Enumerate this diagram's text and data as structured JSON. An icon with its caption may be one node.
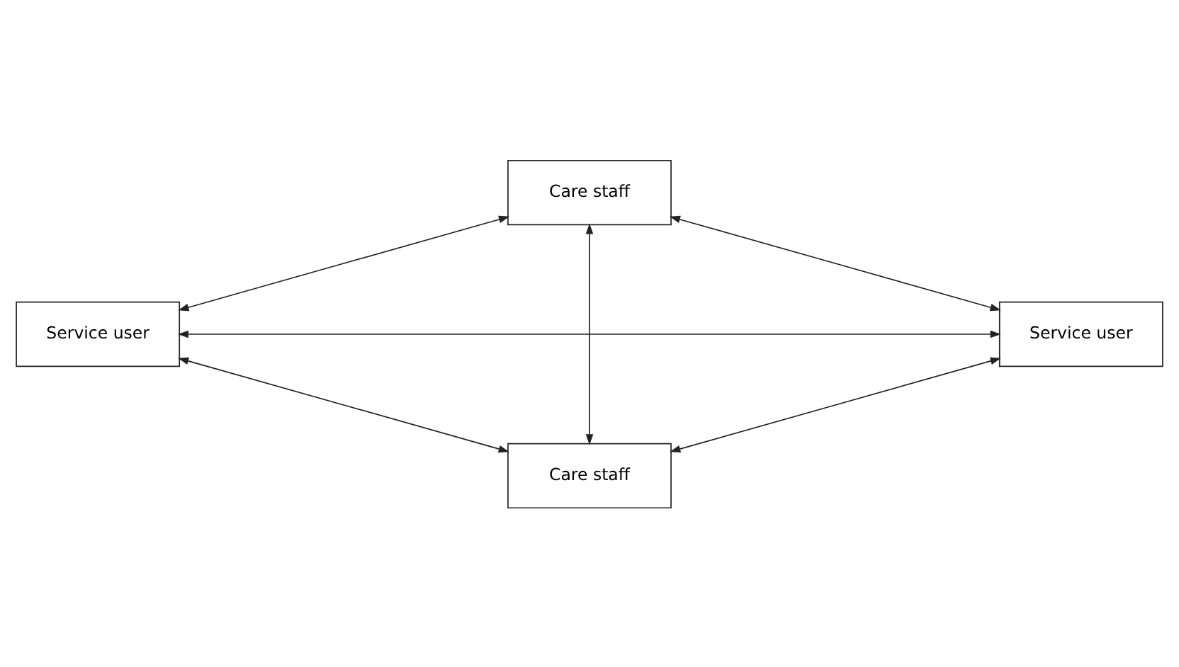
{
  "diagram": {
    "nodes": [
      {
        "text": [
          "Care staff"
        ]
      },
      {
        "text": [
          "Service user"
        ]
      },
      {
        "text": [
          "Service user"
        ]
      },
      {
        "text": [
          "Care staff"
        ]
      }
    ],
    "edges": [
      {
        "from": 0,
        "to": 1,
        "arrow": "both"
      },
      {
        "from": 0,
        "to": 2,
        "arrow": "both"
      },
      {
        "from": 0,
        "to": 3,
        "arrow": "both"
      },
      {
        "from": 1,
        "to": 2,
        "arrow": "both"
      },
      {
        "from": 1,
        "to": 3,
        "arrow": "both"
      },
      {
        "from": 2,
        "to": 3,
        "arrow": "both"
      }
    ]
  }
}
